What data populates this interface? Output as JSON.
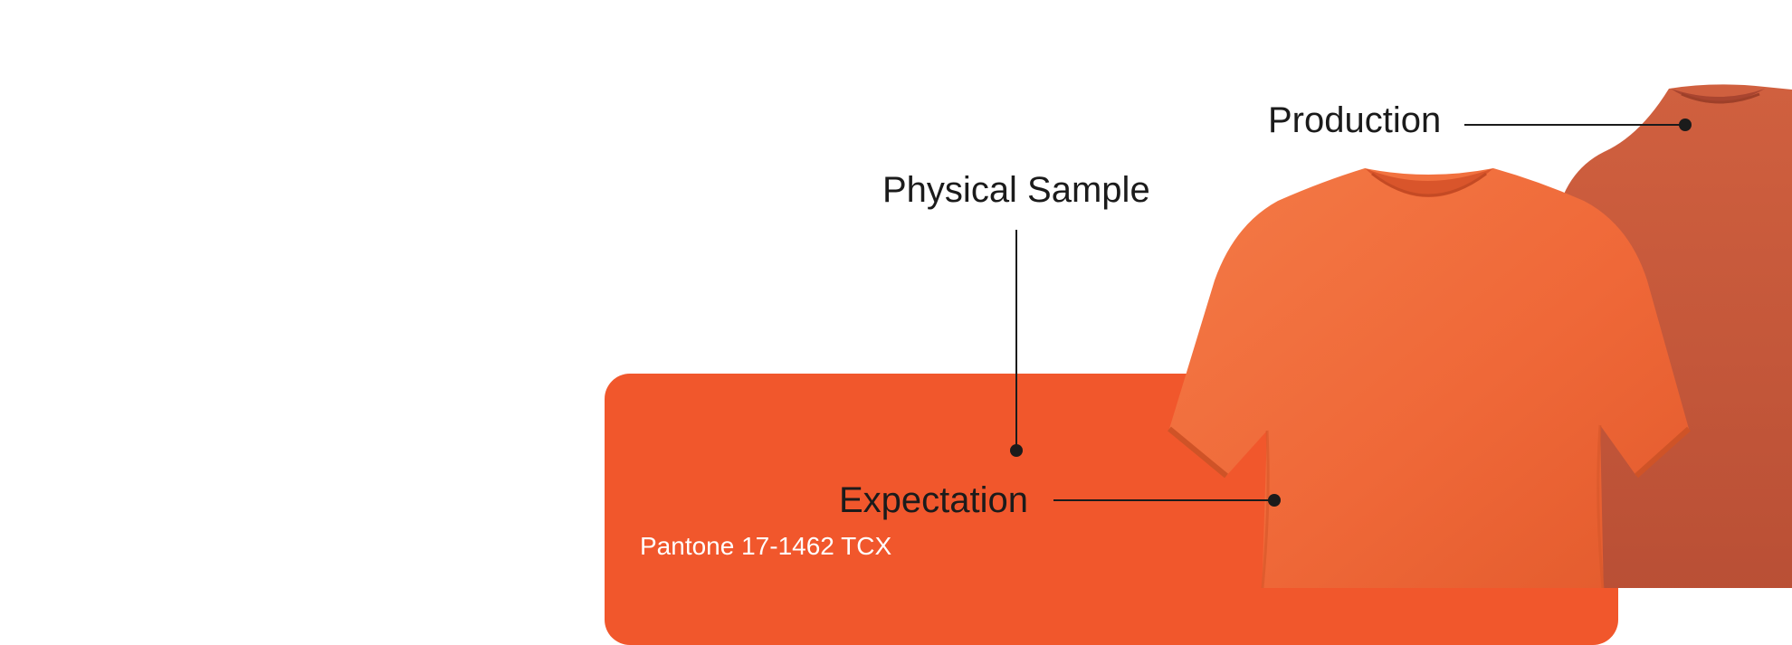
{
  "labels": {
    "production": "Production",
    "physical_sample": "Physical Sample",
    "expectation": "Expectation"
  },
  "swatch": {
    "pantone_name": "Pantone 17-1462 TCX",
    "color": "#f1572c"
  },
  "garments": {
    "expectation_color": "#f06a3a",
    "production_color": "#c9593e"
  },
  "icons": [
    "t-shirt-icon",
    "callout-dot-icon"
  ]
}
